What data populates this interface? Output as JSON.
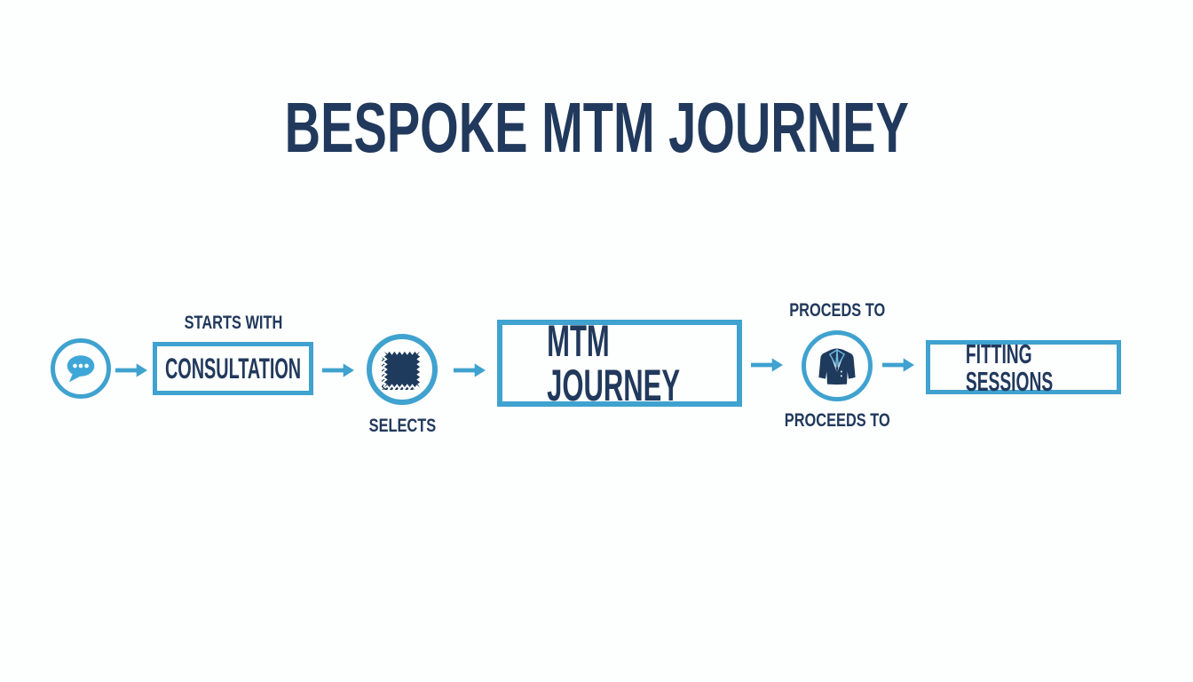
{
  "title": "BESPOKE MTM JOURNEY",
  "flow": {
    "chat_node": {
      "icon": "chat-bubble-icon"
    },
    "consultation": {
      "label_above": "STARTS WITH",
      "box_label": "CONSULTATION"
    },
    "fabric_node": {
      "icon": "fabric-swatch-icon",
      "label_below": "SELECTS"
    },
    "mtm": {
      "box_label": "MTM JOURNEY"
    },
    "suit_node": {
      "icon": "suit-jacket-icon",
      "label_above": "PROCEDS TO",
      "label_below": "PROCEEDS TO"
    },
    "fitting": {
      "box_label": "FITTING SESSIONS"
    }
  },
  "colors": {
    "accent_blue": "#3FA2CF",
    "chat_bubble_blue": "#3EA7D8",
    "navy_text": "#21395C",
    "icon_navy": "#1E3A5C",
    "background": "#FDFEFE"
  }
}
